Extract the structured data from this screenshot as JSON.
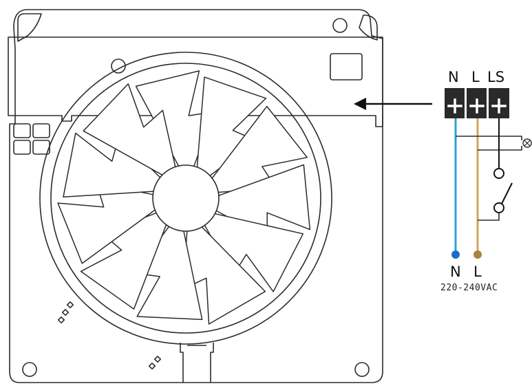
{
  "wiring": {
    "terminal_labels": [
      "N",
      "L",
      "LS"
    ],
    "supply_labels": [
      "N",
      "L"
    ],
    "voltage": "220-240VAC"
  },
  "colors": {
    "neutral_wire": "#2e9fd8",
    "live_wire": "#d4a25a",
    "neutral_dot": "#1e6fc4",
    "live_dot": "#a8823e",
    "terminal_block": "#2a2a2a",
    "outline": "#2b2b2b"
  },
  "icons": {
    "terminal_screw": "plus-icon",
    "lamp": "lamp-icon",
    "switch": "switch-icon",
    "arrow": "arrow-left-icon"
  }
}
